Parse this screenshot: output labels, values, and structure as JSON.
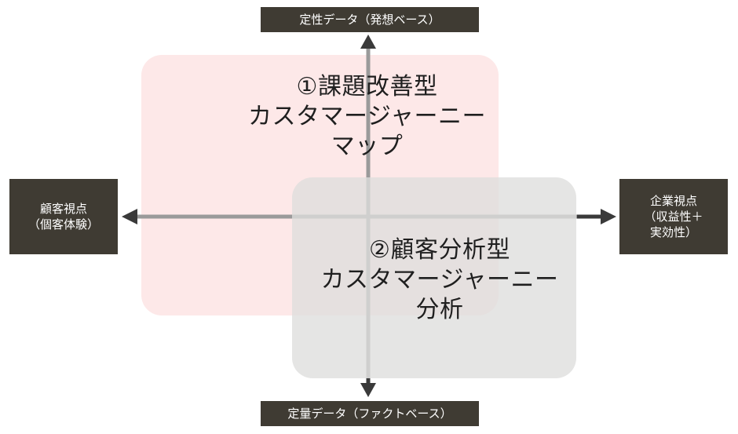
{
  "axes": {
    "top_label": "定性データ（発想ベース）",
    "bottom_label": "定量データ（ファクトベース）",
    "left_label_lines": [
      "顧客視点",
      "（個客体験）"
    ],
    "right_label_lines": [
      "企業視点",
      "（収益性＋",
      "実効性）"
    ]
  },
  "regions": [
    {
      "title_lines": [
        "①課題改善型",
        "カスタマージャーニー",
        "マップ"
      ],
      "fill": "#fde8e8"
    },
    {
      "title_lines": [
        "②顧客分析型",
        "カスタマージャーニー",
        "分析"
      ],
      "fill": "#e9e9e7"
    }
  ],
  "colors": {
    "axis_line": "#9a9a9a",
    "arrow_head": "#3a3a3a",
    "label_box": "#3f3b33",
    "label_text": "#ffffff"
  }
}
